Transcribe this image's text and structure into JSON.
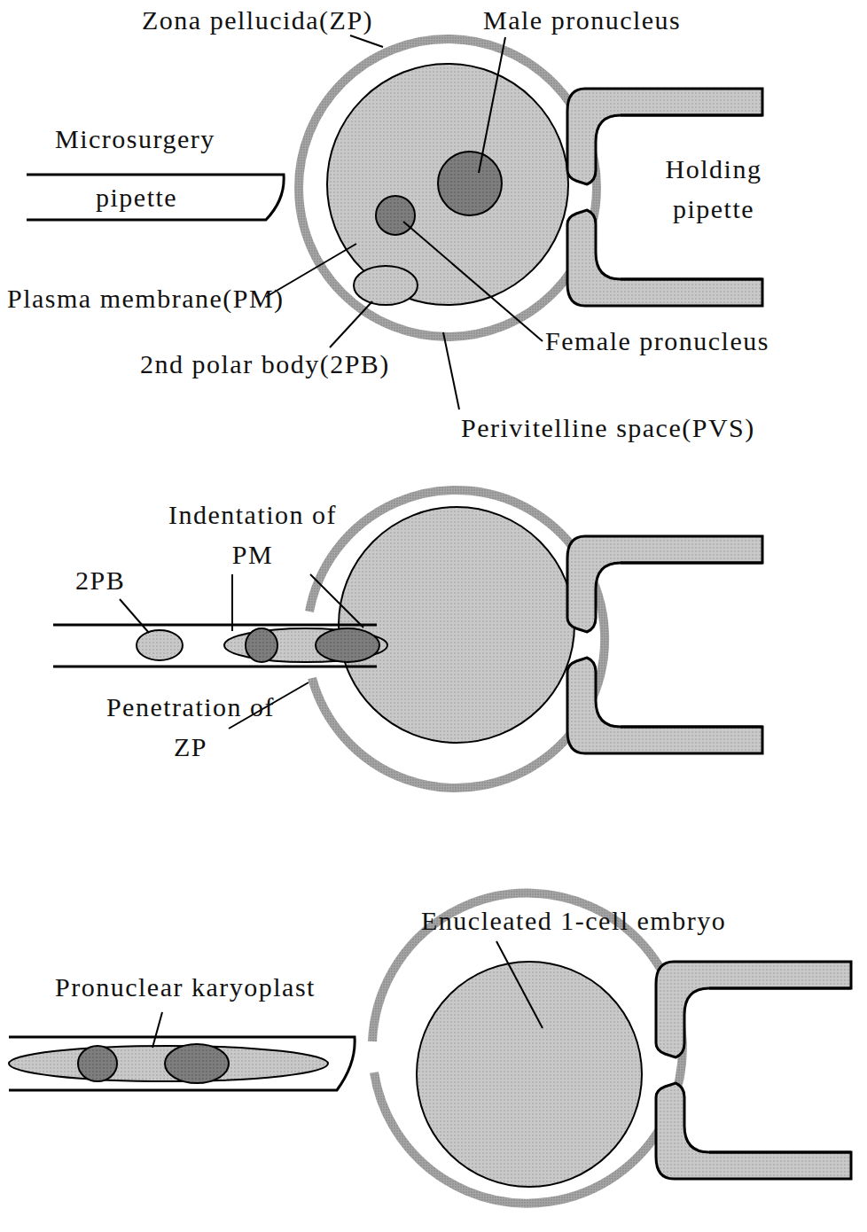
{
  "diagram": {
    "labels": [
      "Zona pellucida(ZP)",
      "Male pronucleus",
      "Microsurgery",
      "pipette",
      "Holding pipette",
      "Plasma membrane(PM)",
      "Female pronucleus",
      "2nd polar body(2PB)",
      "Perivitelline space(PVS)",
      "Indentation of PM",
      "2PB",
      "Penetration of ZP",
      "Enucleated 1-cell embryo",
      "Pronuclear karyoplast"
    ]
  }
}
